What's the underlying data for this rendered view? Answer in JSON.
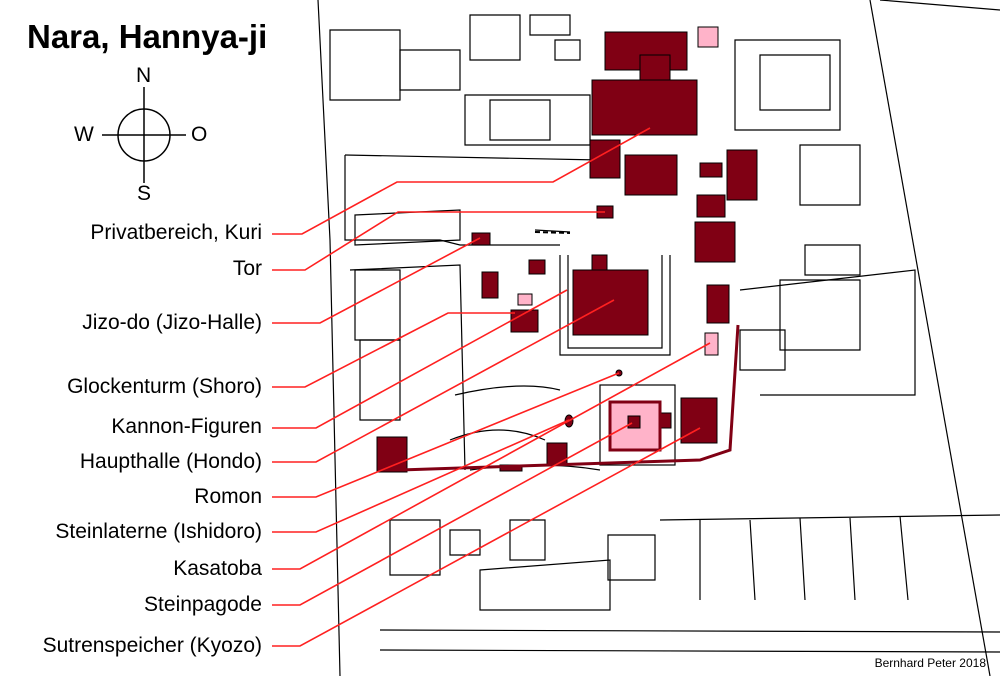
{
  "title": "Nara, Hannya-ji",
  "compass": {
    "north": "N",
    "south": "S",
    "west": "W",
    "east": "O"
  },
  "labels": [
    "Privatbereich, Kuri",
    "Tor",
    "Jizo-do (Jizo-Halle)",
    "Glockenturm (Shoro)",
    "Kannon-Figuren",
    "Haupthalle (Hondo)",
    "Romon",
    "Steinlaterne (Ishidoro)",
    "Kasatoba",
    "Steinpagode",
    "Sutrenspeicher (Kyozo)"
  ],
  "credit": "Bernhard Peter 2018",
  "colors": {
    "temple_building": "#800014",
    "highlight_building": "#ffb3c9",
    "leader_line": "#ff2020"
  }
}
